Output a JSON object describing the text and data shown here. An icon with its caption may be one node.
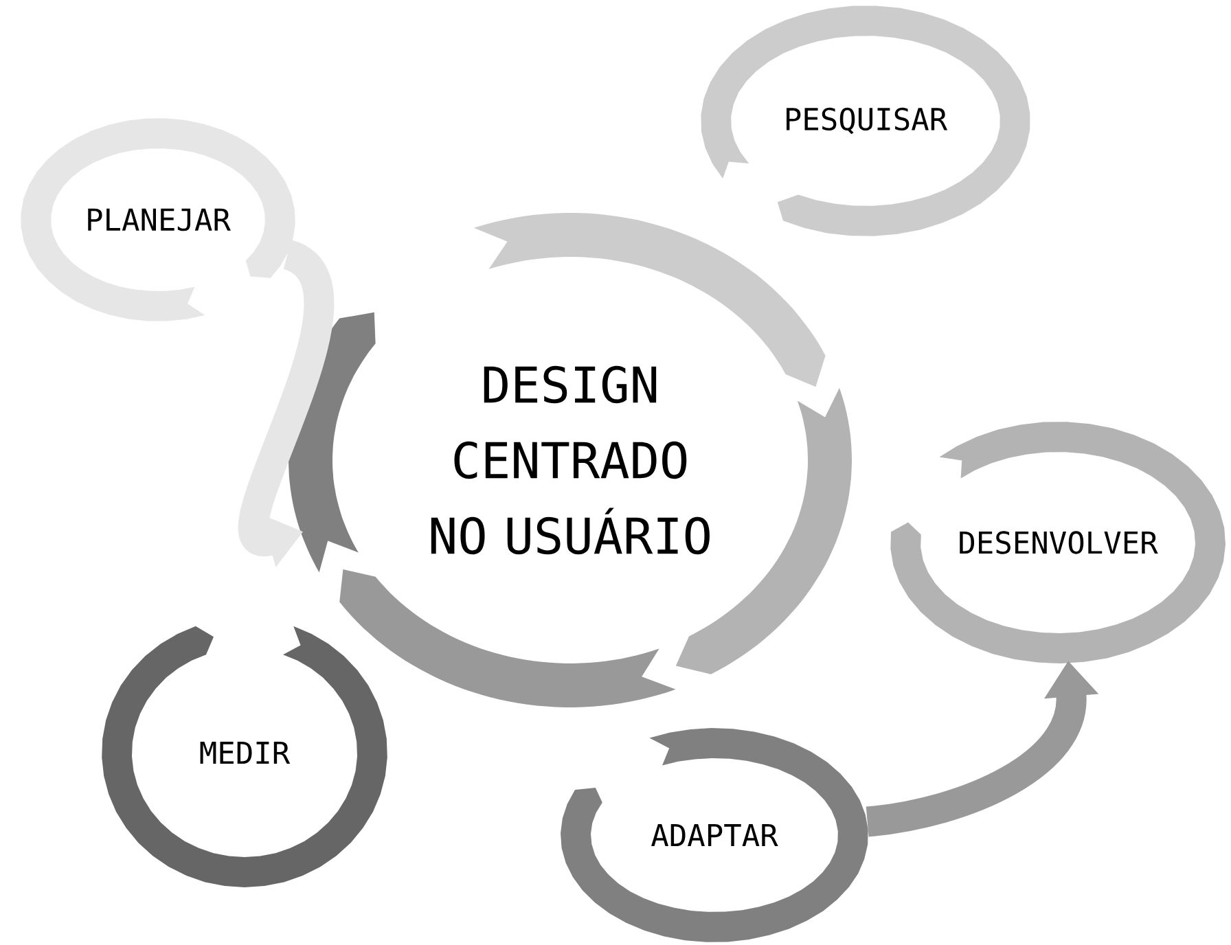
{
  "diagram": {
    "nodes": [
      {
        "text": [
          "PESQUISAR"
        ]
      },
      {
        "text": [
          "PLANEJAR"
        ]
      },
      {
        "text": [
          "DESIGN CENTRADO NO USUÁRIO"
        ]
      },
      {
        "text": [
          "DESENVOLVER"
        ]
      },
      {
        "text": [
          "MEDIR"
        ]
      },
      {
        "text": [
          "ADAPTAR"
        ]
      }
    ],
    "edges": [
      {
        "from": 1,
        "to": 2,
        "arrow": "to",
        "color": "#e6e6e6"
      },
      {
        "from": 5,
        "to": 3,
        "arrow": "to",
        "color": "#999999"
      }
    ]
  }
}
